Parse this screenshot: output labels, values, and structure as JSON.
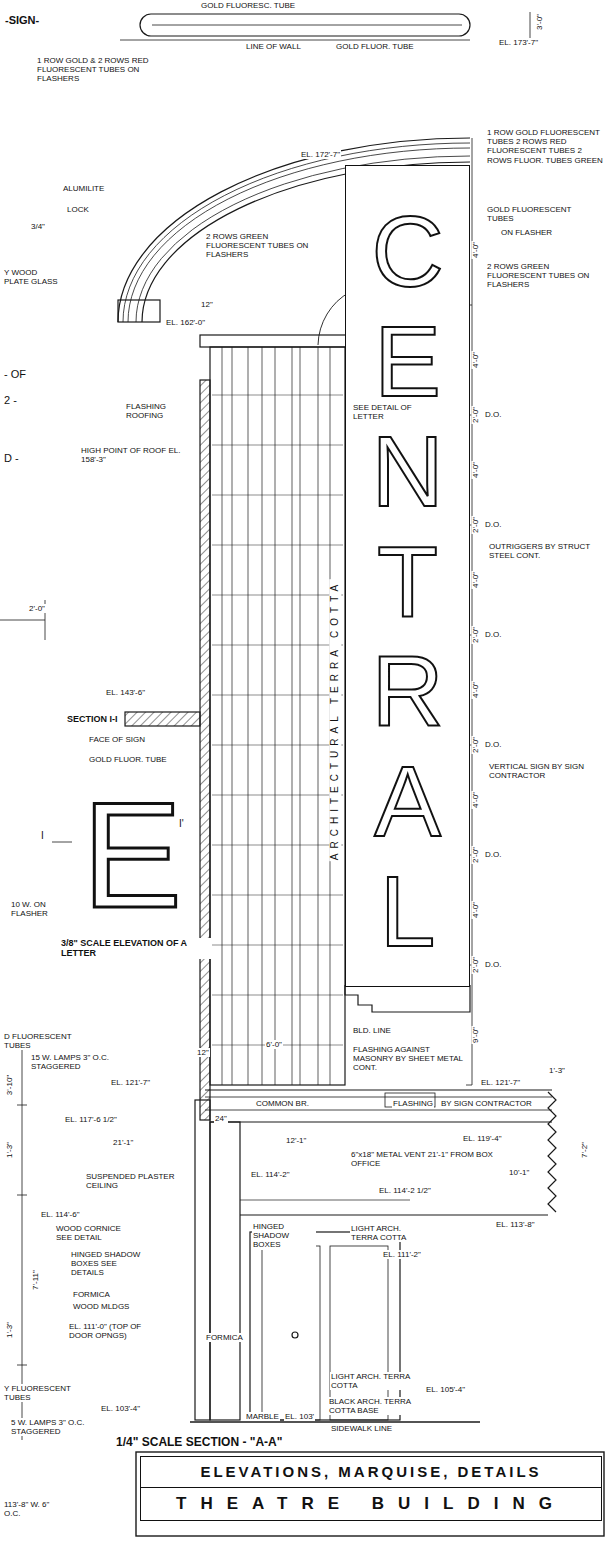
{
  "diagram": {
    "nodes": [
      {
        "text": [
          "C",
          "E",
          "N",
          "T",
          "R",
          "A",
          "L"
        ]
      },
      {
        "text": [
          "ELEVATIONS, MARQUISE, DETAILS"
        ]
      },
      {
        "text": [
          "THEATRE BUILDING"
        ]
      }
    ],
    "labels": [
      "-SIGN-",
      "GOLD FLUORESC. TUBE",
      "3'-0\"",
      "LINE OF WALL",
      "GOLD FLUOR. TUBE",
      "EL. 173'-7\"",
      "1 ROW GOLD & 2 ROWS RED FLUORESCENT TUBES ON FLASHERS",
      "EL. 172'-7\"",
      "1 ROW GOLD FLUORESCENT TUBES 2 ROWS RED FLUORESCENT TUBES 2 ROWS FLUOR. TUBES GREEN",
      "ALUMILITE",
      "LOCK",
      "3/4\"",
      "Y WOOD PLATE GLASS",
      "2 ROWS GREEN FLUORESCENT TUBES ON FLASHERS",
      "GOLD FLUORESCENT TUBES",
      "ON FLASHER",
      "2 ROWS GREEN FLUORESCENT TUBES ON FLASHERS",
      "4'-0\"",
      "4'-0\"",
      "4'-0\"",
      "4'-0\"",
      "4'-0\"",
      "4'-0\"",
      "4'-0\"",
      "2'-0\"",
      "2'-0\"",
      "2'-0\"",
      "2'-0\"",
      "2'-0\"",
      "2'-0\"",
      "D.O.",
      "D.O.",
      "D.O.",
      "D.O.",
      "D.O.",
      "D.O.",
      "9'-0\"",
      "OUTRIGGERS BY STRUCT STEEL CONT.",
      "VERTICAL SIGN BY SIGN CONTRACTOR",
      "EL. 162'-0\"",
      "12\"",
      "- OF",
      "2 -",
      "D -",
      "FLASHING ROOFING",
      "HIGH POINT OF ROOF EL. 158'-3\"",
      "SEE DETAIL OF LETTER",
      "ARCHITECTURAL TERRA COTTA",
      "2'-0\"",
      "EL. 143'-6\"",
      "SECTION I-I",
      "FACE OF SIGN",
      "GOLD FLUOR. TUBE",
      "I",
      "E",
      "I'",
      "10 W. ON FLASHER",
      "3/8\" SCALE ELEVATION OF A LETTER",
      "D FLUORESCENT TUBES",
      "15 W. LAMPS 3\" O.C. STAGGERED",
      "3'-10\"",
      "BLD. LINE",
      "FLASHING AGAINST MASONRY BY SHEET METAL CONT.",
      "6'-0\"",
      "12\"",
      "EL. 121'-7\"",
      "EL. 121'-7\"",
      "1'-3\"",
      "COMMON BR.",
      "FLASHING",
      "BY SIGN CONTRACTOR",
      "EL. 117'-6 1/2\"",
      "24\"",
      "21'-1\"",
      "12'-1\"",
      "EL. 119'-4\"",
      "6\"x18\" METAL VENT 21'-1\" FROM BOX OFFICE",
      "10'-1\"",
      "7'-2\"",
      "SUSPENDED PLASTER CEILING",
      "EL. 114'-6\"",
      "EL. 114'-2\"",
      "EL. 114'-2 1/2\"",
      "EL. 113'-8\"",
      "WOOD CORNICE SEE DETAIL",
      "HINGED SHADOW BOXES SEE DETAILS",
      "HINGED SHADOW BOXES",
      "LIGHT ARCH. TERRA COTTA",
      "EL. 111'-2\"",
      "FORMICA",
      "WOOD MLDGS",
      "EL. 111'-0\" (TOP OF DOOR OPNGS)",
      "FORMICA",
      "LIGHT ARCH. TERRA COTTA",
      "EL. 105'-4\"",
      "BLACK ARCH. TERRA COTTA BASE",
      "SIDEWALK LINE",
      "MARBLE",
      "EL. 103'",
      "EL. 103'-4\"",
      "Y FLUORESCENT TUBES",
      "5 W. LAMPS 3\" O.C. STAGGERED",
      "1/4\" SCALE SECTION - \"A-A\"",
      "113'-8\" W. 6\" O.C.",
      "1'-3\"",
      "7'-11\"",
      "1'-3\""
    ]
  }
}
